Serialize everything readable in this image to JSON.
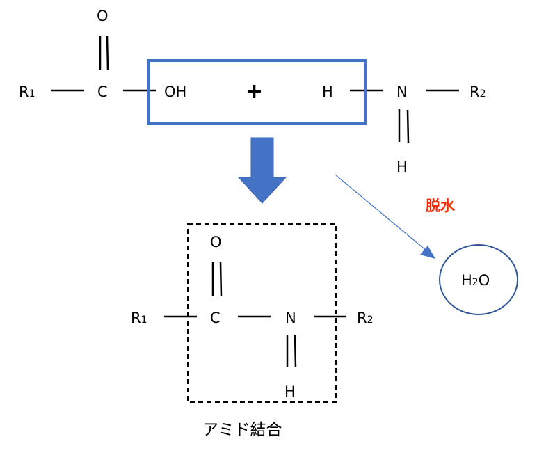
{
  "colors": {
    "highlight_box": "#4472C4",
    "arrow_fill": "#4472C4",
    "arrow_line": "#4472C4",
    "circle_stroke": "#2F5597",
    "dehydration_label": "#FF2A00",
    "text": "#000000"
  },
  "reactants": {
    "acid": {
      "r_group": "R",
      "r_subscript": "1",
      "carbon": "C",
      "carbonyl_oxygen": "O",
      "hydroxyl": "OH"
    },
    "plus_sign": "+",
    "amine": {
      "hydrogen_left": "H",
      "nitrogen": "N",
      "r_group": "R",
      "r_subscript": "2",
      "hydrogen_bottom": "H"
    }
  },
  "dehydration": {
    "label": "脱水",
    "water_main": "H",
    "water_subscript": "2",
    "water_tail": "O"
  },
  "product": {
    "r1_group": "R",
    "r1_subscript": "1",
    "carbon": "C",
    "oxygen": "O",
    "nitrogen": "N",
    "hydrogen": "H",
    "r2_group": "R",
    "r2_subscript": "2",
    "caption": "アミド結合"
  }
}
